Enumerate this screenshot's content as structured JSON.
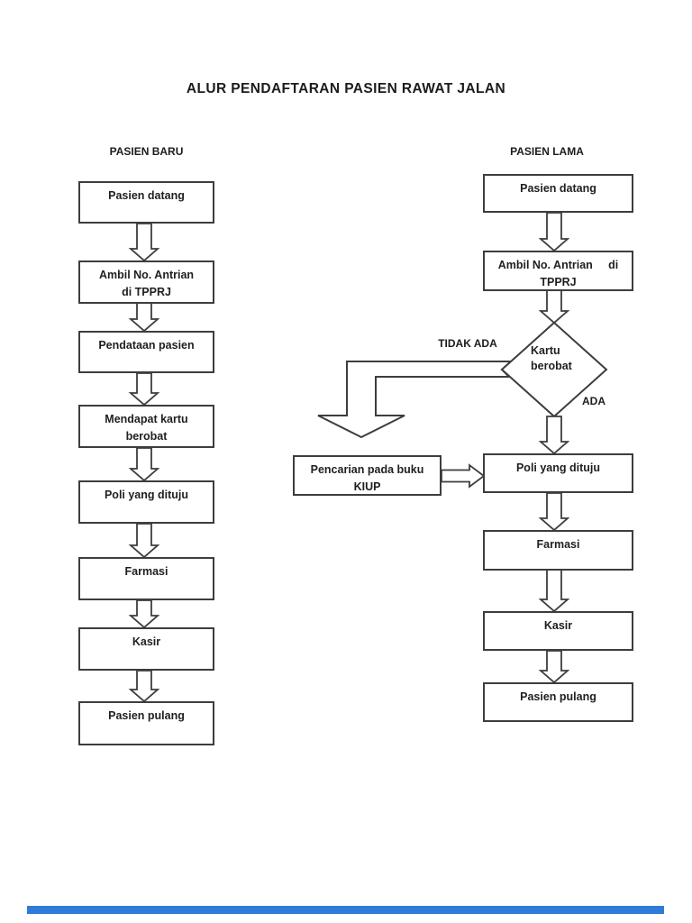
{
  "page": {
    "title": "ALUR PENDAFTARAN PASIEN RAWAT JALAN",
    "background": "#ffffff"
  },
  "colors": {
    "line": "#3d3d3d",
    "shape_fill": "#ffffff",
    "text": "#1f1f1f",
    "footer_bar": "#2f7bd9"
  },
  "columns": {
    "left": {
      "header": "PASIEN BARU",
      "nodes": [
        "Pasien datang",
        "Ambil No. Antrian\ndi TPPRJ",
        "Pendataan pasien",
        "Mendapat kartu\nberobat",
        "Poli yang dituju",
        "Farmasi",
        "Kasir",
        "Pasien pulang"
      ]
    },
    "right": {
      "header": "PASIEN LAMA",
      "nodes": [
        "Pasien datang",
        "Ambil No. Antrian     di\nTPPRJ",
        "Poli yang dituju",
        "Farmasi",
        "Kasir",
        "Pasien pulang"
      ],
      "decision": {
        "label": "Kartu\nberobat",
        "branch_no": "TIDAK ADA",
        "branch_yes": "ADA"
      },
      "side_node": "Pencarian pada buku\nKIUP"
    }
  }
}
